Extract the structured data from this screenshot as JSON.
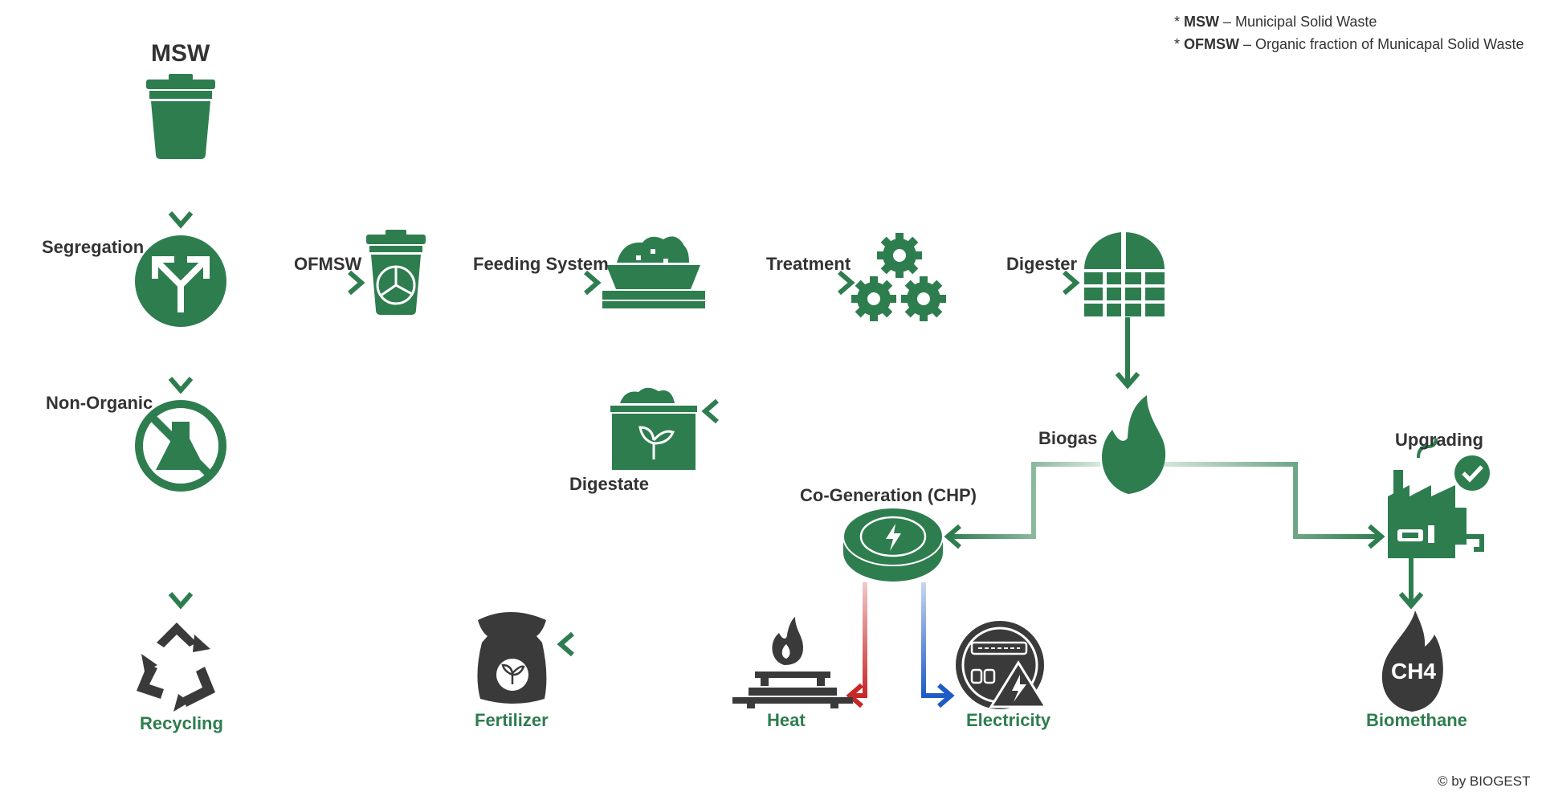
{
  "legend": {
    "lines": [
      {
        "prefix": "* ",
        "abbr": "MSW",
        "desc": " – Municipal Solid Waste"
      },
      {
        "prefix": "* ",
        "abbr": "OFMSW",
        "desc": " – Organic fraction of Municapal Solid Waste"
      }
    ]
  },
  "nodes": {
    "msw": "MSW",
    "segregation": "Segregation",
    "ofmsw": "OFMSW",
    "feeding_system": "Feeding System",
    "treatment": "Treatment",
    "digester": "Digester",
    "non_organic": "Non-Organic",
    "recycling": "Recycling",
    "digestate": "Digestate",
    "fertilizer": "Fertilizer",
    "biogas": "Biogas",
    "chp": "Co-Generation (CHP)",
    "heat": "Heat",
    "electricity": "Electricity",
    "upgrading": "Upgrading",
    "biomethane": "Biomethane",
    "ch4": "CH4"
  },
  "copyright": "© by BIOGEST",
  "colors": {
    "green": "#2e7d4f",
    "dark": "#3a3a3a",
    "red": "#c62828",
    "blue": "#1e5bc6"
  },
  "icons": {
    "msw": "trash-bin-icon",
    "segregation": "split-arrow-icon",
    "ofmsw": "organic-bin-icon",
    "feeding": "feeding-hopper-icon",
    "treatment": "gears-icon",
    "digester": "digester-dome-icon",
    "non_organic": "no-chemicals-icon",
    "recycling": "recycle-icon",
    "digestate": "plant-container-icon",
    "fertilizer": "fertilizer-sack-icon",
    "biogas": "flame-icon",
    "chp": "chp-unit-icon",
    "heat": "gas-burner-icon",
    "electricity": "power-meter-icon",
    "upgrading": "factory-check-icon",
    "biomethane": "ch4-flame-icon"
  }
}
